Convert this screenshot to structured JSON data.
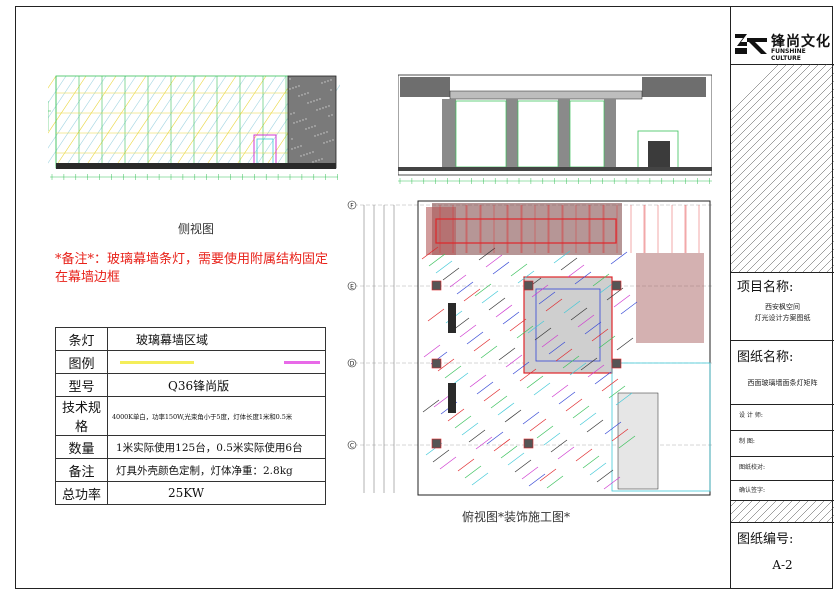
{
  "captions": {
    "side_view": "侧视图",
    "plan_view": "俯视图*装饰施工图*"
  },
  "note": "*备注*：玻璃幕墙条灯，需要使用附属结构固定在幕墙边框",
  "spec_table": {
    "rows": [
      {
        "key": "条灯",
        "value": "玻璃幕墙区域"
      },
      {
        "key": "图例",
        "value": ""
      },
      {
        "key": "型号",
        "value": "Q36锋尚版"
      },
      {
        "key": "技术规格",
        "value": "4000K单白，功率150W,光束角小于5度，灯体长度1米和0.5米"
      },
      {
        "key": "数量",
        "value": "1米实际使用125台，0.5米实际使用6台"
      },
      {
        "key": "备注",
        "value": "灯具外壳颜色定制，灯体净重：2.8kg"
      },
      {
        "key": "总功率",
        "value": "25KW"
      }
    ],
    "legend_colors": [
      "#f4ee5a",
      "#e86ae8"
    ]
  },
  "plan_grid_labels": [
    "F",
    "E",
    "D",
    "C"
  ],
  "title_block": {
    "logo_cn": "锋尚文化",
    "logo_en": "FUNSHINE CULTURE",
    "project_label": "项目名称:",
    "project_value_1": "西安枫空间",
    "project_value_2": "灯光设计方案图纸",
    "drawing_label": "图纸名称:",
    "drawing_value": "西面玻璃墙面条灯矩阵",
    "designer": "设 计 师:",
    "drafter": "制     图:",
    "checker": "图纸校对:",
    "confirm": "确认签字:",
    "number_label": "图纸编号:",
    "number_value": "A-2"
  },
  "colors": {
    "line": "#222222",
    "note_red": "#e8221a",
    "cad_green": "#39c15a",
    "cad_yellow": "#e8d63a",
    "cad_red": "#e0262a",
    "cad_cyan": "#3fc9d8",
    "cad_magenta": "#cf3ad0",
    "cad_blue": "#3447d6"
  }
}
